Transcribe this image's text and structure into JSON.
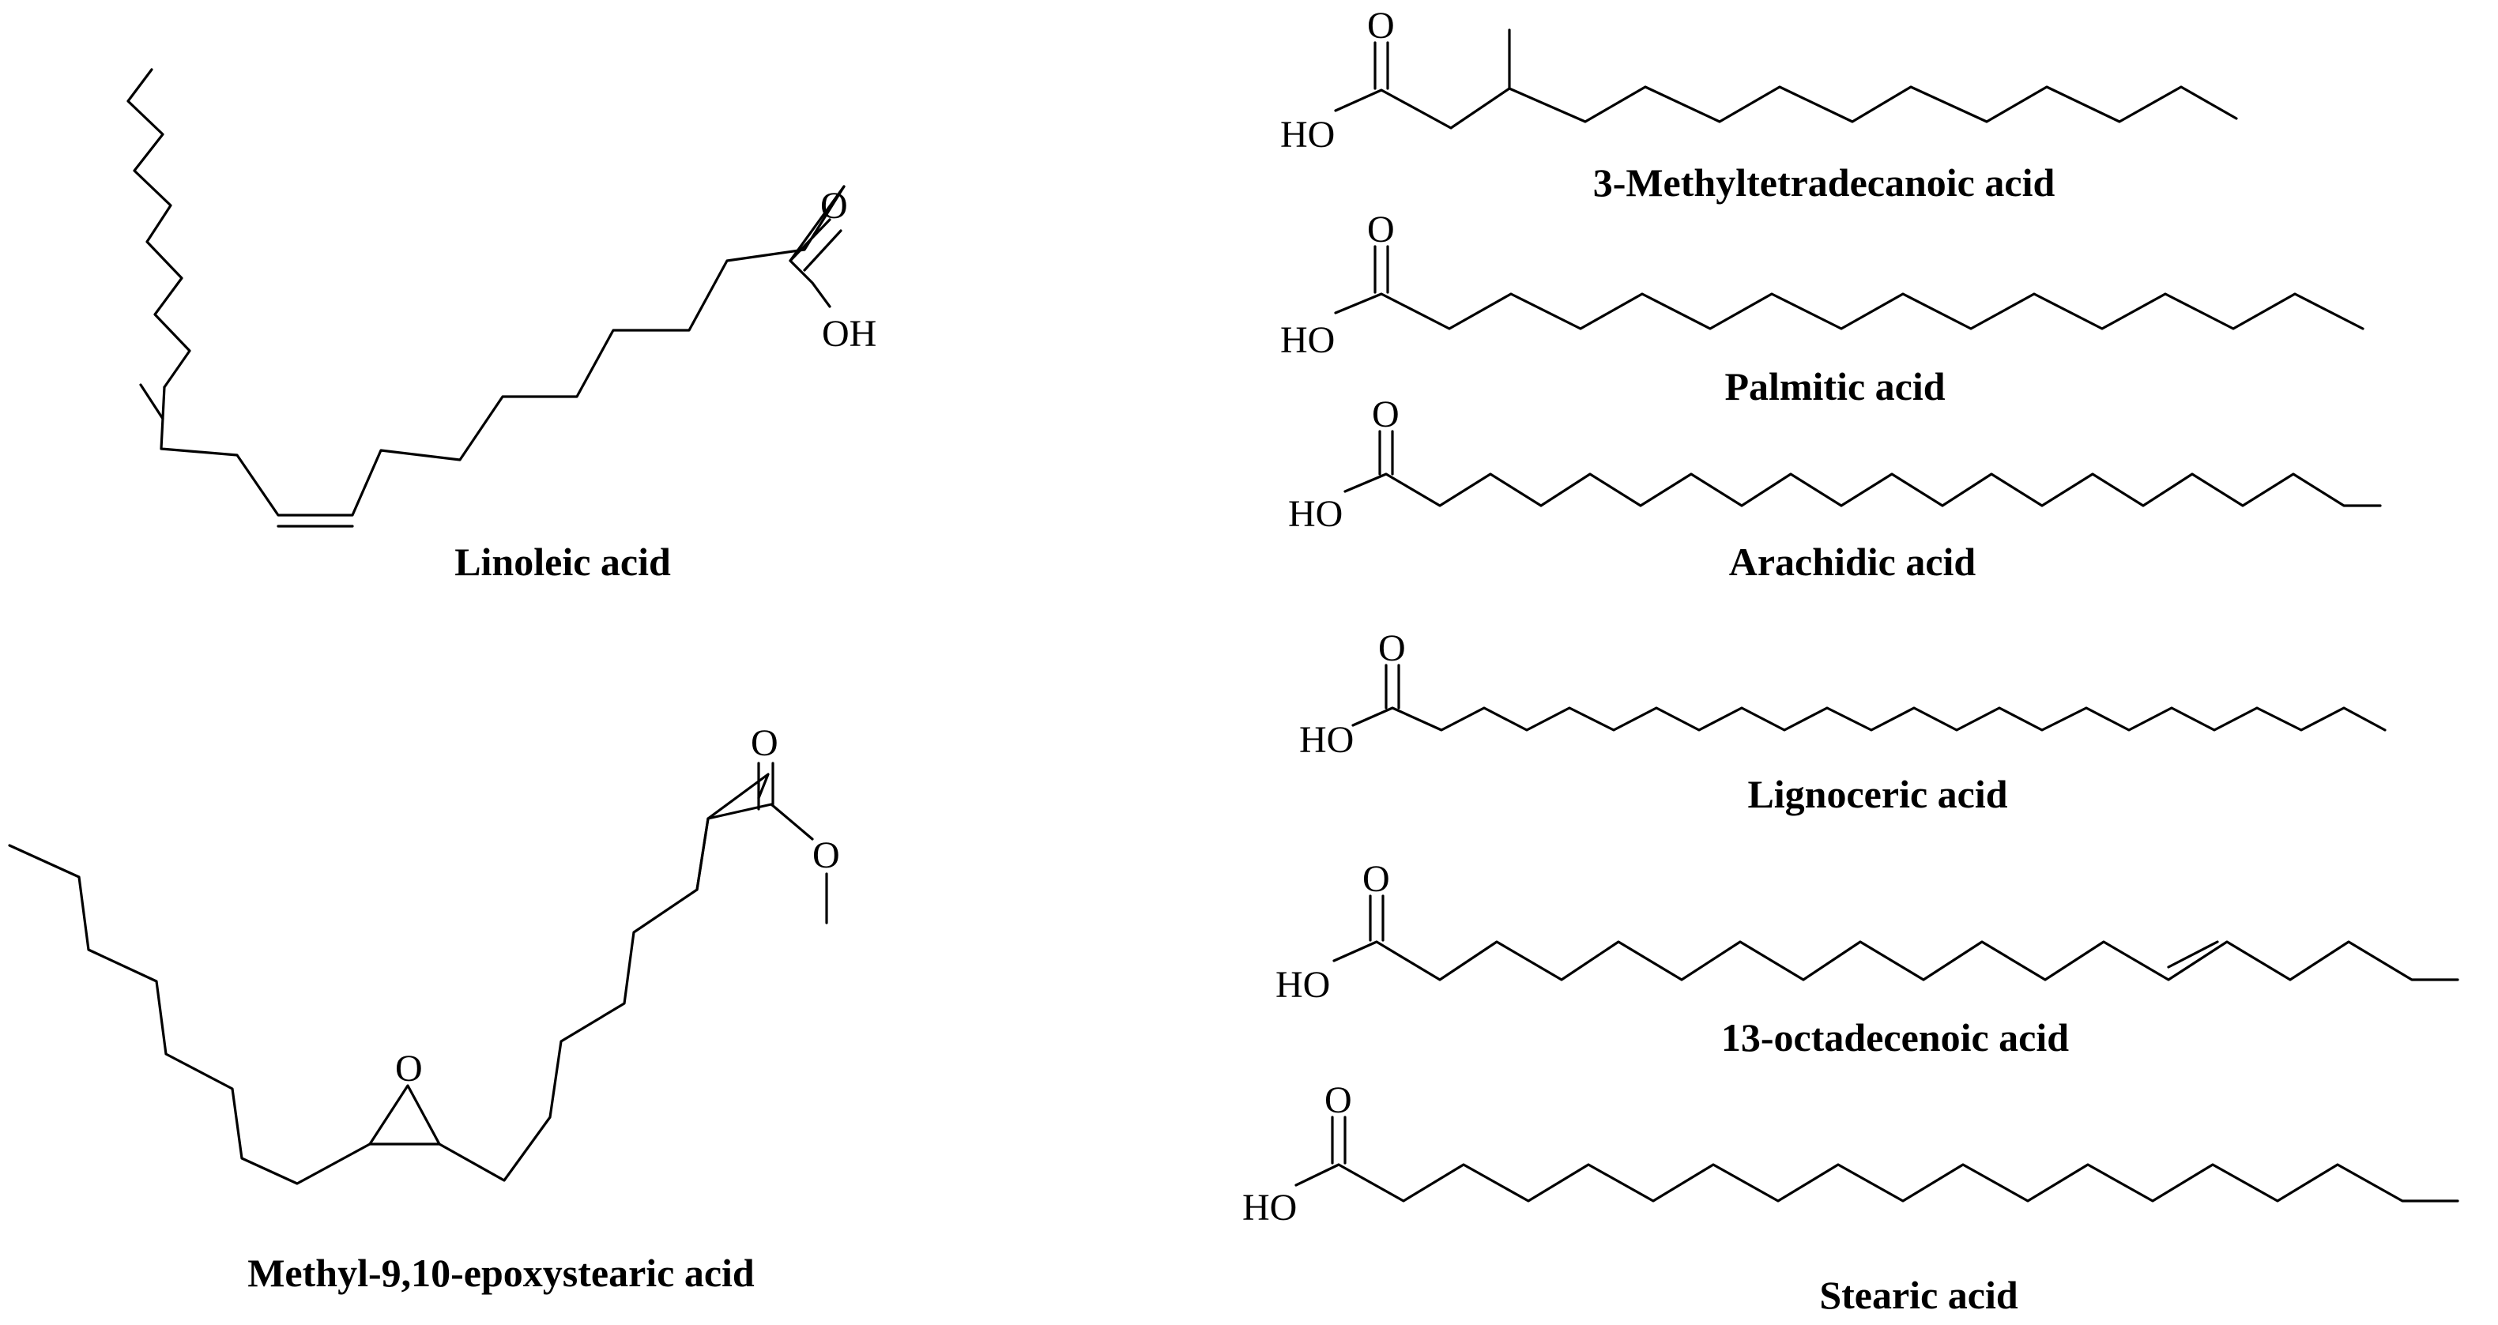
{
  "compounds": {
    "linoleic": {
      "name": "Linoleic acid",
      "atoms": {
        "o": "O",
        "oh": "OH"
      }
    },
    "epoxystearic": {
      "name": "Methyl-9,10-epoxystearic acid",
      "atoms": {
        "o_carbonyl": "O",
        "o_ester": "O",
        "o_epoxide": "O"
      }
    },
    "methyltetradecanoic": {
      "name": "3-Methyltetradecanoic acid",
      "atoms": {
        "o": "O",
        "ho": "HO"
      }
    },
    "palmitic": {
      "name": "Palmitic acid",
      "atoms": {
        "o": "O",
        "ho": "HO"
      }
    },
    "arachidic": {
      "name": "Arachidic acid",
      "atoms": {
        "o": "O",
        "ho": "HO"
      }
    },
    "lignoceric": {
      "name": "Lignoceric acid",
      "atoms": {
        "o": "O",
        "ho": "HO"
      }
    },
    "octadecenoic": {
      "name": "13-octadecenoic acid",
      "atoms": {
        "o": "O",
        "ho": "HO"
      }
    },
    "stearic": {
      "name": "Stearic acid",
      "atoms": {
        "o": "O",
        "ho": "HO"
      }
    }
  }
}
